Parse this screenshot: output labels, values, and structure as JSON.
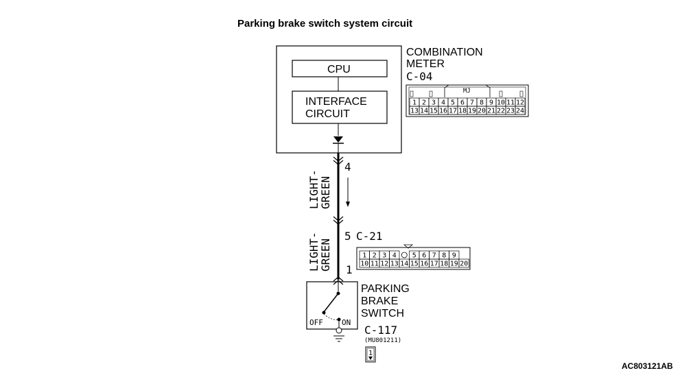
{
  "title": "Parking brake switch  system circuit",
  "meter": {
    "name_line1": "COMBINATION",
    "name_line2": "METER",
    "connector": "C-04",
    "cpu_label": "CPU",
    "interface_line1": "INTERFACE",
    "interface_line2": "CIRCUIT",
    "connector_key": "MJ",
    "pins_top": [
      "1",
      "2",
      "3",
      "4",
      "5",
      "6",
      "7",
      "8",
      "9",
      "10",
      "11",
      "12"
    ],
    "pins_bottom": [
      "13",
      "14",
      "15",
      "16",
      "17",
      "18",
      "19",
      "20",
      "21",
      "22",
      "23",
      "24"
    ]
  },
  "wire_upper": {
    "color_line1": "LIGHT-",
    "color_line2": "GREEN",
    "pin": "4"
  },
  "junction": {
    "connector": "C-21",
    "pin_in": "5",
    "pins_top": [
      "1",
      "2",
      "3",
      "4",
      "5",
      "6",
      "7",
      "8",
      "9"
    ],
    "pins_bottom": [
      "10",
      "11",
      "12",
      "13",
      "14",
      "15",
      "16",
      "17",
      "18",
      "19",
      "20"
    ]
  },
  "wire_lower": {
    "color_line1": "LIGHT-",
    "color_line2": "GREEN",
    "pin": "1"
  },
  "switch": {
    "name_line1": "PARKING",
    "name_line2": "BRAKE",
    "name_line3": "SWITCH",
    "off_label": "OFF",
    "on_label": "ON",
    "connector": "C-117",
    "part_number": "(MU801211)",
    "pin": "1"
  },
  "figure_code": "AC803121AB"
}
